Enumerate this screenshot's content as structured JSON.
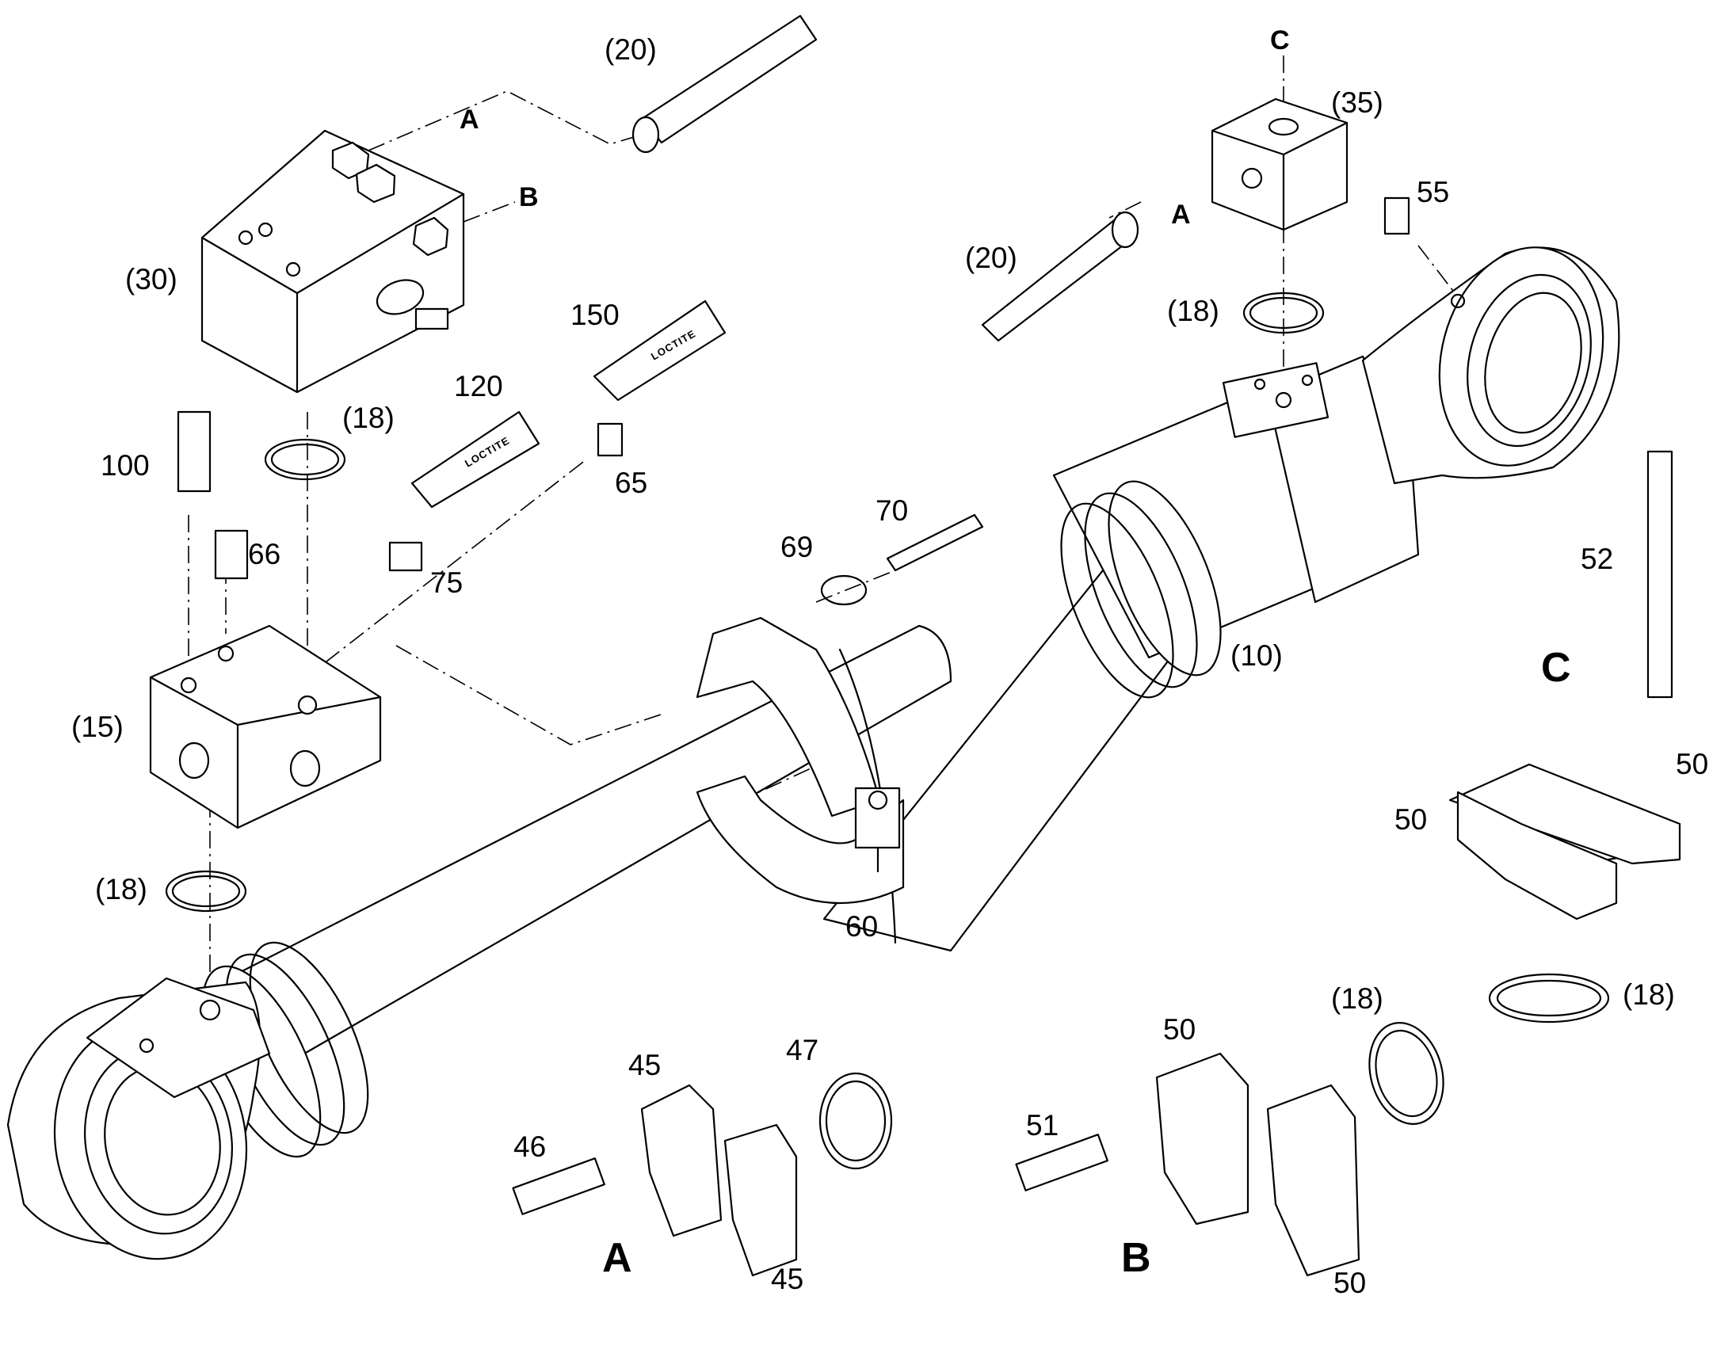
{
  "colors": {
    "line": "#000000",
    "background": "#ffffff"
  },
  "callouts": {
    "p10": "(10)",
    "p15": "(15)",
    "p18_upper_valve": "(18)",
    "p18_lower_valve": "(18)",
    "p18_right_block": "(18)",
    "p18_view_b": "(18)",
    "p18_view_c": "(18)",
    "p20_top": "(20)",
    "p20_right": "(20)",
    "p30": "(30)",
    "p35": "(35)",
    "p45_top": "45",
    "p45_bottom": "45",
    "p46": "46",
    "p47": "47",
    "p50_b_top": "50",
    "p50_b_bottom": "50",
    "p50_c_left": "50",
    "p50_c_right": "50",
    "p51": "51",
    "p52": "52",
    "p55": "55",
    "p60": "60",
    "p65": "65",
    "p66": "66",
    "p69": "69",
    "p70": "70",
    "p75": "75",
    "p100": "100",
    "p120": "120",
    "p150": "150"
  },
  "view_letters": {
    "a": "A",
    "b": "B",
    "c": "C"
  },
  "ref_letters": {
    "a_valve": "A",
    "b_valve": "B",
    "a_block": "A",
    "c_block": "C"
  },
  "tube_labels": {
    "tube_120": "LOCTITE",
    "tube_150": "LOCTITE"
  }
}
